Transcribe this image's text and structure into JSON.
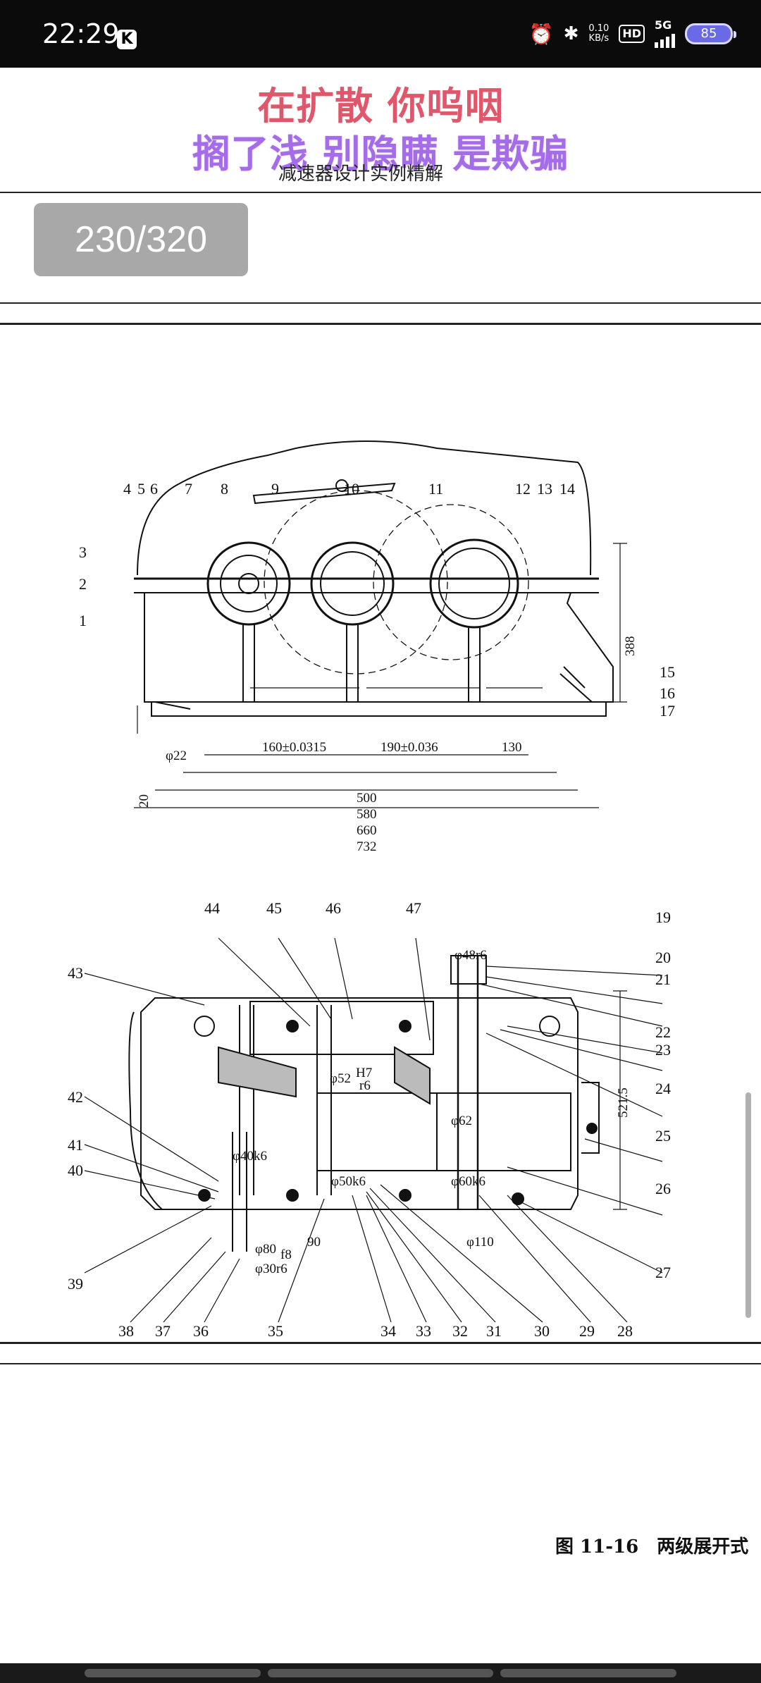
{
  "status_bar": {
    "time": "22:29",
    "k_badge": "K",
    "net_speed_value": "0.10",
    "net_speed_unit": "KB/s",
    "hd": "HD",
    "network": "5G",
    "battery": "85"
  },
  "lyrics": {
    "line1": "在扩散 你呜咽",
    "line2": "搁了浅 别隐瞒 是欺骗"
  },
  "book_header": "减速器设计实例精解",
  "page_indicator": "230/320",
  "figure_caption": "图 11-16　两级展开式",
  "drawing_top": {
    "part_labels": [
      "4",
      "5",
      "6",
      "7",
      "8",
      "9",
      "10",
      "11",
      "12",
      "13",
      "14",
      "3",
      "2",
      "1",
      "15",
      "16",
      "17"
    ],
    "dimensions": [
      "160±0.0315",
      "190±0.036",
      "130",
      "φ22",
      "20",
      "500",
      "580",
      "660",
      "732",
      "388"
    ]
  },
  "drawing_bottom": {
    "part_labels": [
      "44",
      "45",
      "46",
      "47",
      "43",
      "42",
      "41",
      "40",
      "39",
      "38",
      "37",
      "36",
      "35",
      "34",
      "33",
      "32",
      "31",
      "30",
      "29",
      "28",
      "27",
      "26",
      "25",
      "24",
      "23",
      "22",
      "21",
      "20",
      "19"
    ],
    "fits": [
      "φ48r6",
      "φ52",
      "H7",
      "r6",
      "φ40k6",
      "φ50k6",
      "φ62",
      "φ60k6",
      "φ80",
      "f8",
      "90",
      "φ110",
      "φ30r6",
      "521.5"
    ]
  }
}
